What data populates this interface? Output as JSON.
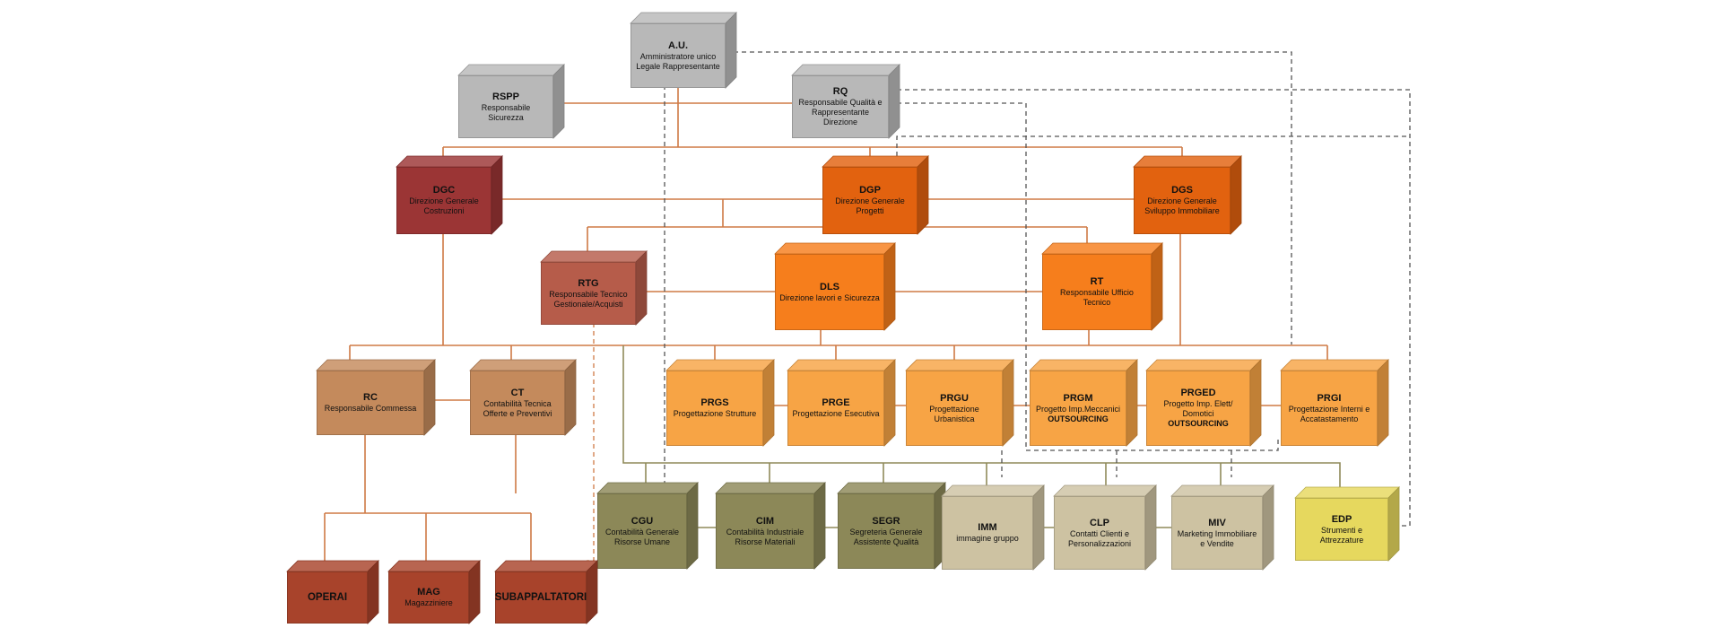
{
  "colors": {
    "gray": "#b8b8b8",
    "darkred": "#9b3535",
    "orange": "#e2620f",
    "brightorange": "#f67e1c",
    "brickred": "#b65c4a",
    "tan": "#c48a5c",
    "lightorange": "#f7a445",
    "rust": "#a8432b",
    "olive": "#8c8858",
    "beige": "#cdc2a2",
    "yellow": "#e6d85e",
    "line": "#cf7a45",
    "olive_line": "#8f8a5a",
    "dashed_line": "#555555"
  },
  "nodes": {
    "au": {
      "code": "A.U.",
      "desc": "Amministratore unico Legale Rappresentante"
    },
    "rspp": {
      "code": "RSPP",
      "desc": "Responsabile Sicurezza"
    },
    "rq": {
      "code": "RQ",
      "desc": "Responsabile Qualità e Rappresentante Direzione"
    },
    "dgc": {
      "code": "DGC",
      "desc": "Direzione Generale Costruzioni"
    },
    "dgp": {
      "code": "DGP",
      "desc": "Direzione Generale Progetti"
    },
    "dgs": {
      "code": "DGS",
      "desc": "Direzione Generale Sviluppo Immobiliare"
    },
    "rtg": {
      "code": "RTG",
      "desc": "Responsabile Tecnico Gestionale/Acquisti"
    },
    "dls": {
      "code": "DLS",
      "desc": "Direzione lavori e Sicurezza"
    },
    "rt": {
      "code": "RT",
      "desc": "Responsabile Ufficio Tecnico"
    },
    "rc": {
      "code": "RC",
      "desc": "Responsabile Commessa"
    },
    "ct": {
      "code": "CT",
      "desc": "Contabilità Tecnica Offerte e Preventivi"
    },
    "prgs": {
      "code": "PRGS",
      "desc": "Progettazione Strutture"
    },
    "prge": {
      "code": "PRGE",
      "desc": "Progettazione Esecutiva"
    },
    "prgu": {
      "code": "PRGU",
      "desc": "Progettazione Urbanistica"
    },
    "prgm": {
      "code": "PRGM",
      "desc": "Progetto Imp.Meccanici",
      "note": "OUTSOURCING"
    },
    "prged": {
      "code": "PRGED",
      "desc": "Progetto Imp. Elett/ Domotici",
      "note": "OUTSOURCING"
    },
    "prgi": {
      "code": "PRGI",
      "desc": "Progettazione Interni e Accatastamento"
    },
    "cgu": {
      "code": "CGU",
      "desc": "Contabilità Generale Risorse Umane"
    },
    "cim": {
      "code": "CIM",
      "desc": "Contabilità Industriale Risorse Materiali"
    },
    "segr": {
      "code": "SEGR",
      "desc": "Segreteria Generale Assistente Qualità"
    },
    "imm": {
      "code": "IMM",
      "desc": "immagine gruppo"
    },
    "clp": {
      "code": "CLP",
      "desc": "Contatti Clienti e Personalizzazioni"
    },
    "miv": {
      "code": "MIV",
      "desc": "Marketing Immobiliare e Vendite"
    },
    "edp": {
      "code": "EDP",
      "desc": "Strumenti e Attrezzature"
    },
    "operai": {
      "code": "OPERAI",
      "desc": ""
    },
    "mag": {
      "code": "MAG",
      "desc": "Magazziniere"
    },
    "subappaltatori": {
      "code": "SUBAPPALTATORI",
      "desc": ""
    }
  }
}
